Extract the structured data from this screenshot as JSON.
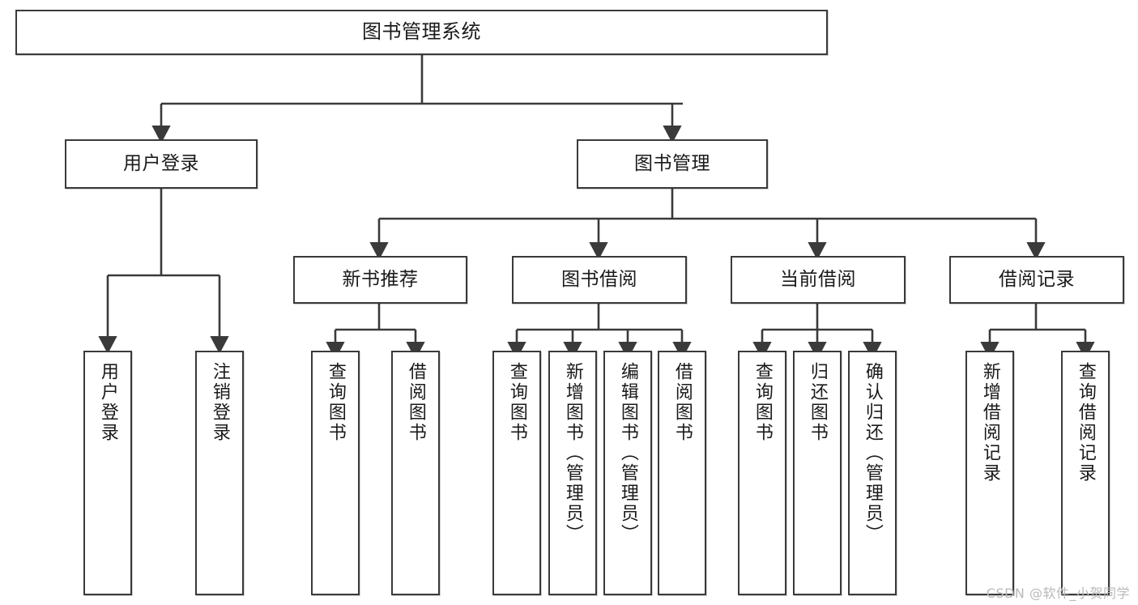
{
  "diagram": {
    "title": "图书管理系统",
    "type": "functional-structure-tree",
    "watermark": "CSDN @软件_小贺同学",
    "stroke_color": "#3a3a3a",
    "fill_color": "#ffffff",
    "text_color": "#1a1a1a"
  },
  "nodes": {
    "root": {
      "label": "图书管理系统"
    },
    "level1": [
      {
        "id": "user-login",
        "label": "用户登录"
      },
      {
        "id": "book-manage",
        "label": "图书管理"
      }
    ],
    "level2": [
      {
        "id": "new-book-recommend",
        "label": "新书推荐"
      },
      {
        "id": "book-borrow",
        "label": "图书借阅"
      },
      {
        "id": "current-borrow",
        "label": "当前借阅"
      },
      {
        "id": "borrow-record",
        "label": "借阅记录"
      }
    ],
    "leaves": {
      "user_login": [
        {
          "id": "leaf-user-login",
          "label": "用户登录"
        },
        {
          "id": "leaf-logout",
          "label": "注销登录"
        }
      ],
      "new_book_recommend": [
        {
          "id": "leaf-query-book-1",
          "label": "查询图书"
        },
        {
          "id": "leaf-borrow-book-1",
          "label": "借阅图书"
        }
      ],
      "book_borrow": [
        {
          "id": "leaf-query-book-2",
          "label": "查询图书"
        },
        {
          "id": "leaf-add-book",
          "label": "新增图书（管理员）"
        },
        {
          "id": "leaf-edit-book",
          "label": "编辑图书（管理员）"
        },
        {
          "id": "leaf-borrow-book-2",
          "label": "借阅图书"
        }
      ],
      "current_borrow": [
        {
          "id": "leaf-query-book-3",
          "label": "查询图书"
        },
        {
          "id": "leaf-return-book",
          "label": "归还图书"
        },
        {
          "id": "leaf-confirm-return",
          "label": "确认归还（管理员）"
        }
      ],
      "borrow_record": [
        {
          "id": "leaf-add-record",
          "label": "新增借阅记录"
        },
        {
          "id": "leaf-query-record",
          "label": "查询借阅记录"
        }
      ]
    }
  }
}
